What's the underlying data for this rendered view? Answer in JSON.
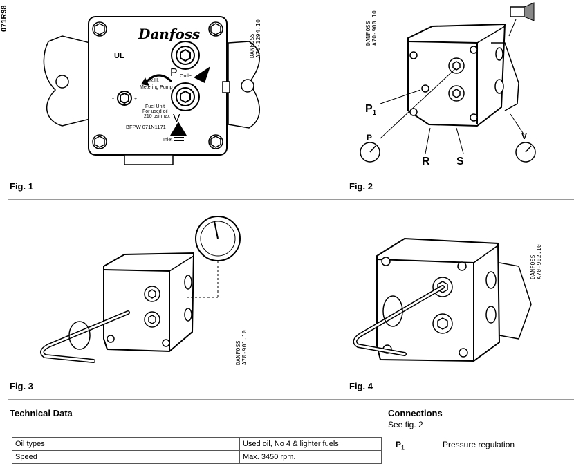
{
  "doc_code": "071R98",
  "figures": [
    {
      "label": "Fig. 1",
      "ref_line1": "DANFOSS",
      "ref_line2": "A70-1294.10",
      "brand": "Danfoss",
      "ul_mark": "UL",
      "p_letter": "P",
      "v_letter": "V",
      "outlet": "Outlet",
      "inlet": "Inlet",
      "rotation": "R.H.",
      "metering": "Metering Pump",
      "fuel1": "Fuel Unit",
      "fuel2": "For used oil",
      "fuel3": "210 psi max",
      "model": "BFPW 071N1171",
      "minus": "-",
      "plus": "+"
    },
    {
      "label": "Fig. 2",
      "ref_line1": "DANFOSS",
      "ref_line2": "A70-900.10",
      "p1": "P",
      "p1_sub": "1",
      "p": "P",
      "v": "V",
      "r": "R",
      "s": "S"
    },
    {
      "label": "Fig. 3",
      "ref_line1": "DANFOSS",
      "ref_line2": "A70-901.10"
    },
    {
      "label": "Fig. 4",
      "ref_line1": "DANFOSS",
      "ref_line2": "A70-902.10"
    }
  ],
  "technical_data": {
    "title": "Technical Data",
    "rows": [
      {
        "key": "Oil types",
        "value": "Used oil, No 4 & lighter fuels"
      },
      {
        "key": "Speed",
        "value": "Max. 3450 rpm."
      }
    ]
  },
  "connections": {
    "title": "Connections",
    "subtitle": "See fig. 2",
    "items": [
      {
        "key": "P",
        "key_sub": "1",
        "value": "Pressure regulation"
      }
    ]
  }
}
